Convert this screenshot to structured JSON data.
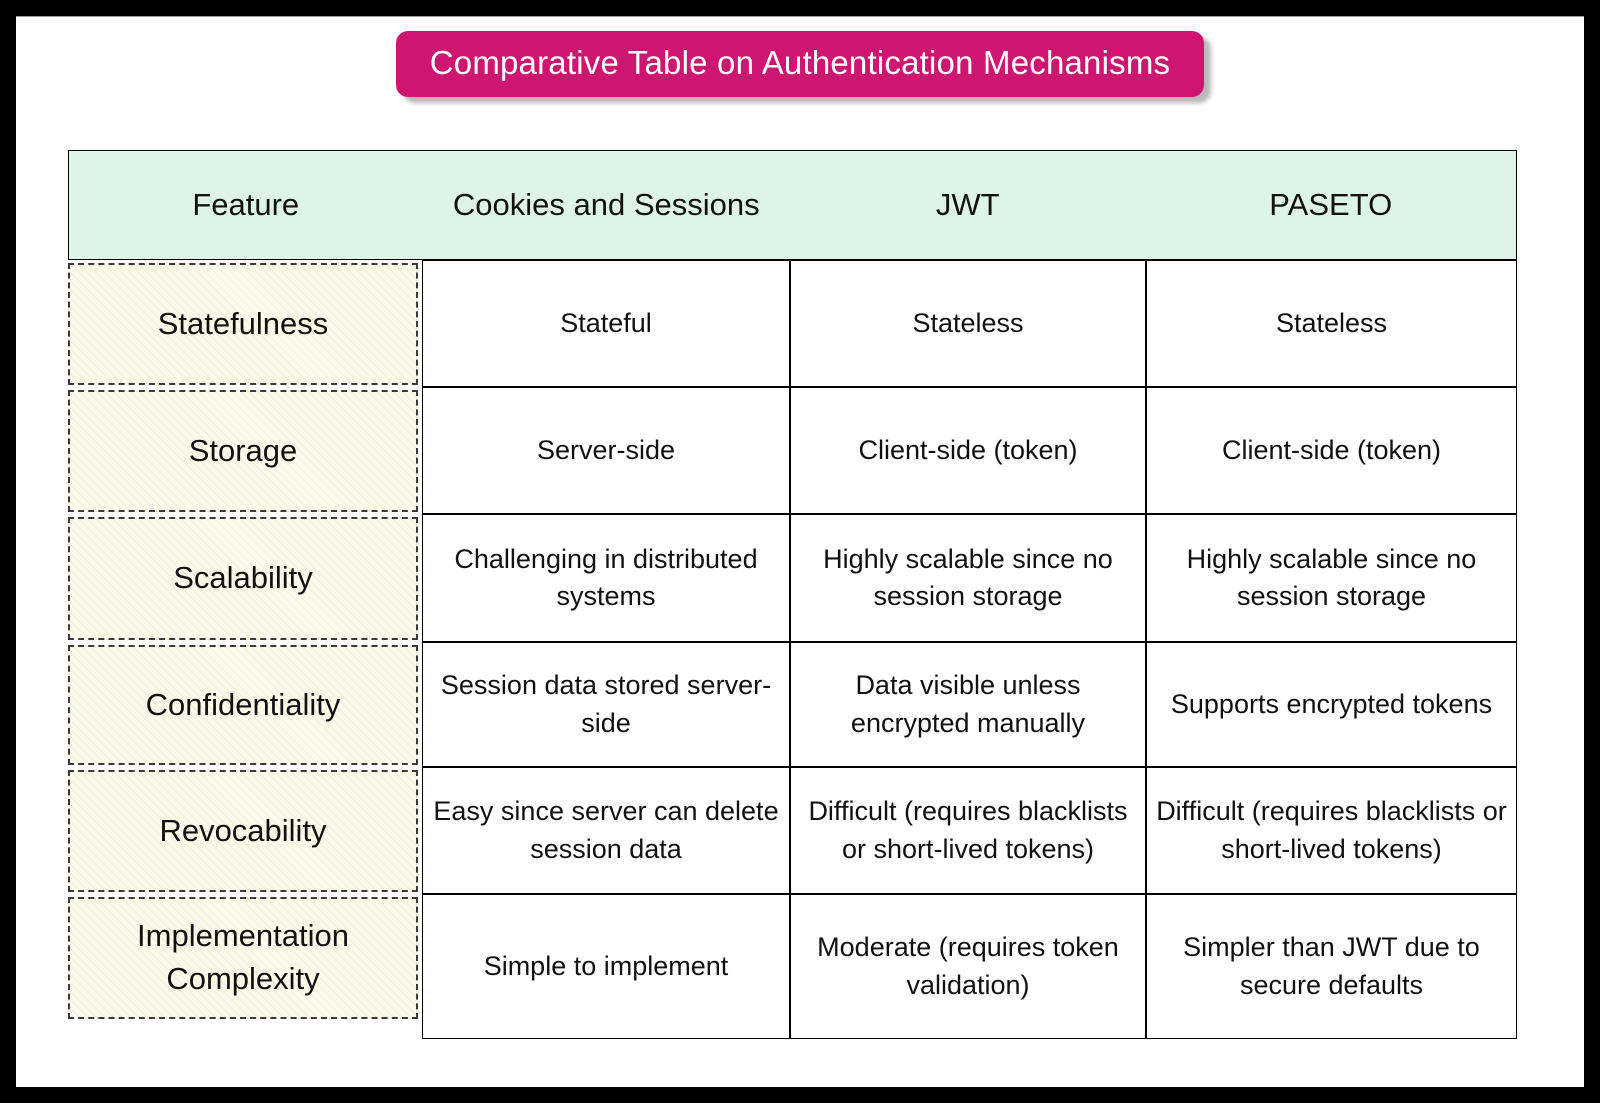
{
  "title_banner": {
    "text": "Comparative Table on Authentication Mechanisms"
  },
  "colors": {
    "banner_bg": "#CE1570",
    "banner_text": "#FFFFFF",
    "header_bg": "#DFF4E9",
    "feature_cell_bg": "#FBFAEC",
    "grid_line": "#000000"
  },
  "table": {
    "columns": [
      "Feature",
      "Cookies and Sessions",
      "JWT",
      "PASETO"
    ],
    "rows": [
      {
        "cells": [
          "Statefulness",
          "Stateful",
          "Stateless",
          "Stateless"
        ]
      },
      {
        "cells": [
          "Storage",
          "Server-side",
          "Client-side (token)",
          "Client-side (token)"
        ]
      },
      {
        "cells": [
          "Scalability",
          "Challenging in distributed systems",
          "Highly scalable since no session storage",
          "Highly scalable since no session storage"
        ]
      },
      {
        "cells": [
          "Confidentiality",
          "Session data stored server-side",
          "Data visible unless encrypted manually",
          "Supports encrypted tokens"
        ]
      },
      {
        "cells": [
          "Revocability",
          "Easy since server can delete session data",
          "Difficult (requires blacklists or short-lived tokens)",
          "Difficult (requires blacklists or short-lived tokens)"
        ]
      },
      {
        "cells": [
          "Implementation Complexity",
          "Simple to implement",
          "Moderate (requires token validation)",
          "Simpler than JWT due to secure defaults"
        ]
      }
    ]
  }
}
